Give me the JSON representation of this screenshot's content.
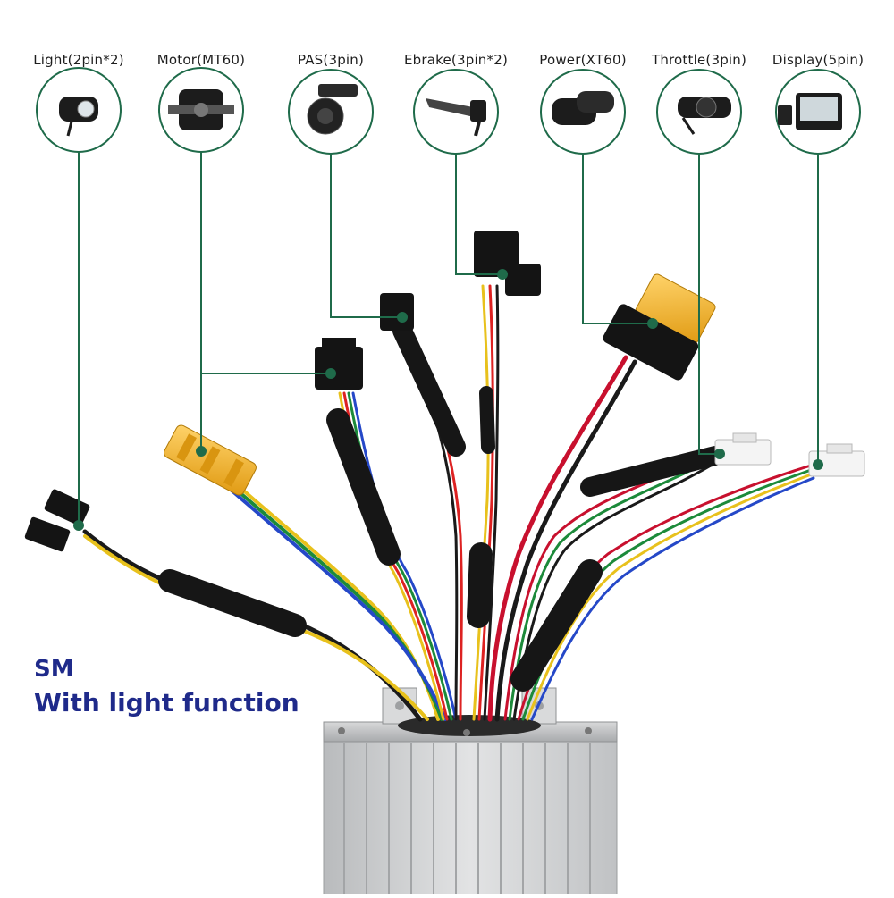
{
  "connectors": [
    {
      "label": "Light(2pin*2)",
      "icon": "headlight-icon"
    },
    {
      "label": "Motor(MT60)",
      "icon": "hub-motor-icon"
    },
    {
      "label": "PAS(3pin)",
      "icon": "pas-sensor-icon"
    },
    {
      "label": "Ebrake(3pin*2)",
      "icon": "brake-lever-icon"
    },
    {
      "label": "Power(XT60)",
      "icon": "battery-icon"
    },
    {
      "label": "Throttle(3pin)",
      "icon": "thumb-throttle-icon"
    },
    {
      "label": "Display(5pin)",
      "icon": "lcd-display-icon"
    }
  ],
  "caption": {
    "line1": "SM",
    "line2": "With light function"
  },
  "colors": {
    "leader_line": "#1f6b4a",
    "caption": "#1f2a8a",
    "connector_yellow": "#f0b429",
    "sleeve": "#1a1a1a",
    "controller_body": "#c9cbcd"
  }
}
